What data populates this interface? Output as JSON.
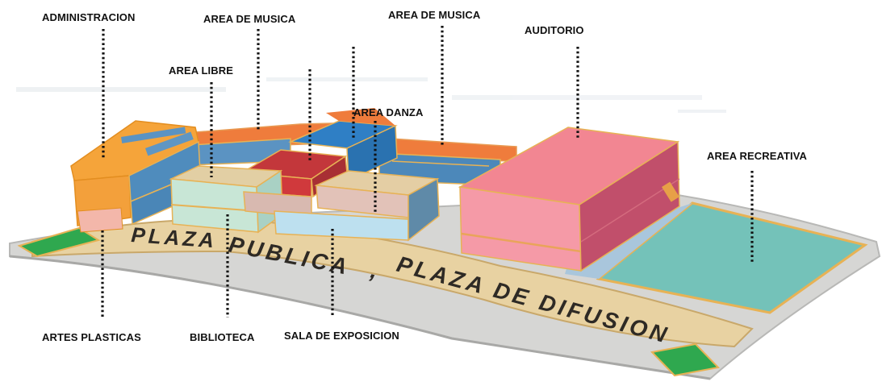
{
  "labels": {
    "administracion": "ADMINISTRACION",
    "area_musica_1": "AREA DE MUSICA",
    "area_musica_2": "AREA DE MUSICA",
    "auditorio": "AUDITORIO",
    "area_libre": "AREA LIBRE",
    "area_danza": "AREA DANZA",
    "area_recreativa": "AREA RECREATIVA",
    "artes_plasticas": "ARTES PLASTICAS",
    "biblioteca": "BIBLIOTECA",
    "sala_exposicion": "SALA DE EXPOSICION"
  },
  "plaza_text": {
    "line1": "PLAZA",
    "line2": "PUBLICA",
    "line3": ",",
    "line4": "PLAZA DE DIFUSION"
  },
  "colors": {
    "ground": "#d8d8d6",
    "plaza": "#e6cf9e",
    "orange": "#f4a233",
    "orange_roof": "#ee7b3a",
    "steel_blue": "#4b87b8",
    "light_blue": "#9fc6e0",
    "blue_box": "#2b7fc6",
    "red_box": "#c0393d",
    "pink": "#f28a95",
    "teal": "#72c2b8",
    "green": "#2fa84f",
    "mint": "#c6e4d6",
    "tan": "#e3cfa7"
  }
}
